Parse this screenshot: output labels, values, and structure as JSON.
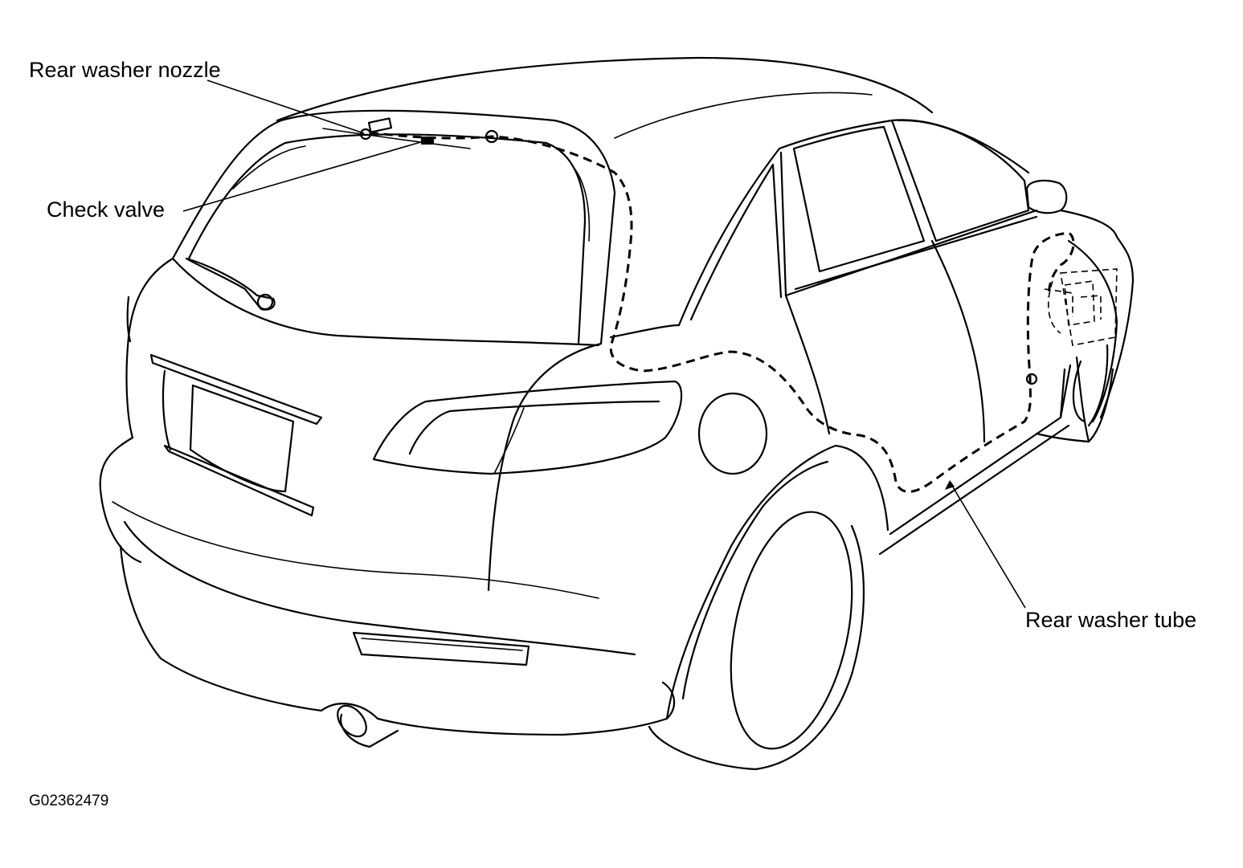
{
  "labels": {
    "rear_washer_nozzle": "Rear washer nozzle",
    "check_valve": "Check valve",
    "rear_washer_tube": "Rear washer tube"
  },
  "figure_code": "G02362479",
  "colors": {
    "line": "#000000",
    "background": "#ffffff"
  }
}
